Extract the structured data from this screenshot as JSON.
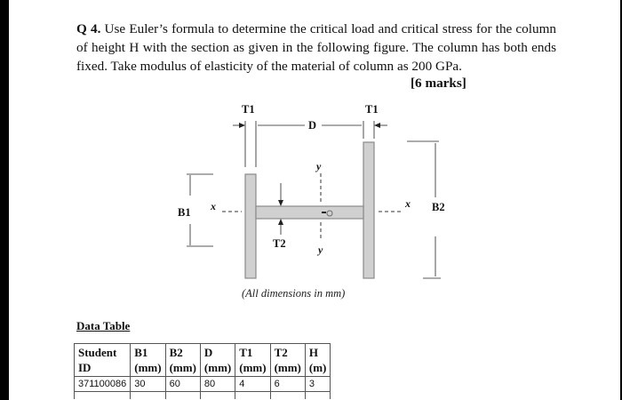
{
  "question": {
    "number": "Q 4.",
    "text": " Use Euler’s formula to determine the critical load and critical stress for the column of height H with the section as given in the following figure.  The column has both ends fixed. Take modulus of elasticity of the material of column as 200 GPa.",
    "marks": "[6 marks]"
  },
  "figure": {
    "labels": {
      "t1_left": "T1",
      "t1_right": "T1",
      "d": "D",
      "y_top": "y",
      "y_bottom": "y",
      "x_left": "x",
      "x_right": "x",
      "b1": "B1",
      "b2": "B2",
      "t2": "T2"
    },
    "caption": "(All dimensions in mm)",
    "colors": {
      "section_fill": "#d0d0d0",
      "section_stroke": "#8a8a8a",
      "dim_line": "#222222"
    }
  },
  "data_table": {
    "title": "Data Table",
    "headers": [
      [
        "Student",
        "ID"
      ],
      [
        "B1",
        "(mm)"
      ],
      [
        "B2",
        "(mm)"
      ],
      [
        "D",
        "(mm)"
      ],
      [
        "T1",
        "(mm)"
      ],
      [
        "T2",
        "(mm)"
      ],
      [
        "H",
        "(m)"
      ]
    ],
    "rows": [
      [
        "371100086",
        "30",
        "60",
        "80",
        "4",
        "6",
        "3"
      ]
    ]
  }
}
